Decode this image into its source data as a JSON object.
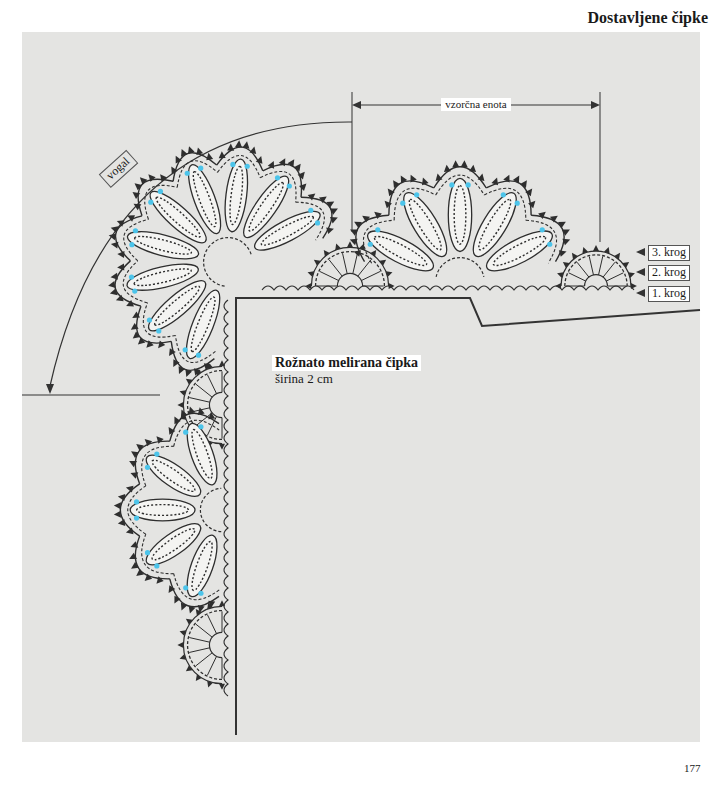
{
  "diagram": {
    "title": "Dostavljene čipke",
    "labels": [
      "vzorčna enota",
      "vogal",
      "3. krog",
      "2. krog",
      "1. krog",
      "Rožnato melirana čipka",
      "širina 2 cm",
      "177"
    ]
  }
}
